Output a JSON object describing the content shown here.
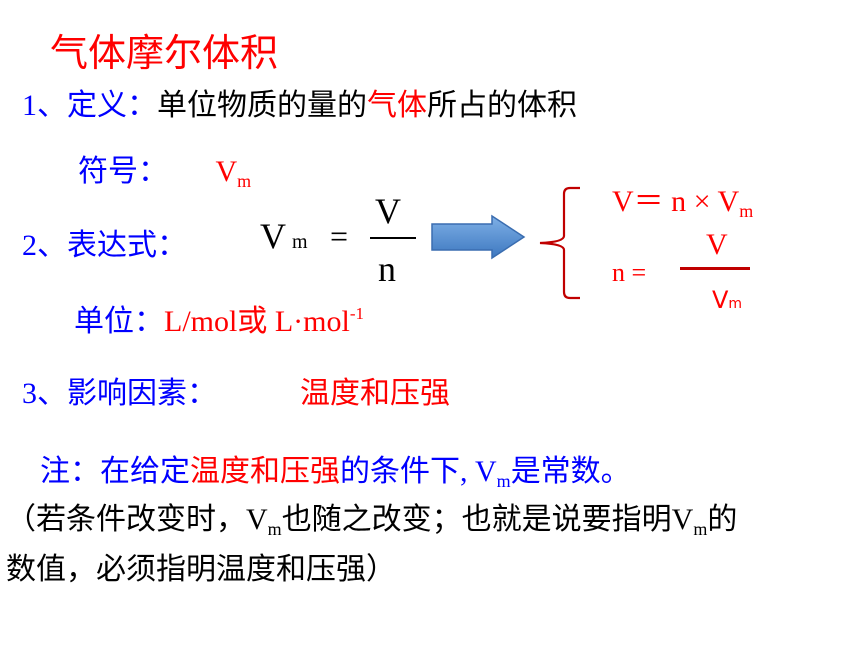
{
  "title": "气体摩尔体积",
  "def": {
    "num": "1、",
    "label": "定义：",
    "pre": "单位物质的量的",
    "gas": "气体",
    "post": "所占的体积"
  },
  "symbol": {
    "label": "符号：",
    "v": "V",
    "sub": "m"
  },
  "expr": {
    "num": "2、",
    "label": "表达式：",
    "lhs_v": "V",
    "lhs_sub": "m",
    "eq": "=",
    "numerator": "V",
    "denominator": "n"
  },
  "derived": {
    "line1_pre": "V＝ n × V",
    "line1_sub": "m",
    "line2_pre": "n =",
    "line2_num": "V",
    "line2_den_v": "V",
    "line2_den_sub": "m"
  },
  "unit": {
    "label": "单位：",
    "text": "L/mol或 L·mol",
    "sup": "-1"
  },
  "factors": {
    "num": "3、",
    "label": "影响因素：",
    "value": "温度和压强"
  },
  "note": {
    "label": "注：在给定",
    "cond": "温度和压强",
    "mid": "的条件下, V",
    "sub": "m",
    "end": "是常数。"
  },
  "para": {
    "line1_a": "（若条件改变时，V",
    "sub1": "m",
    "line1_b": "也随之改变；也就是说要指明V",
    "sub2": "m",
    "line1_c": "的",
    "line2": "数值，必须指明温度和压强）"
  }
}
